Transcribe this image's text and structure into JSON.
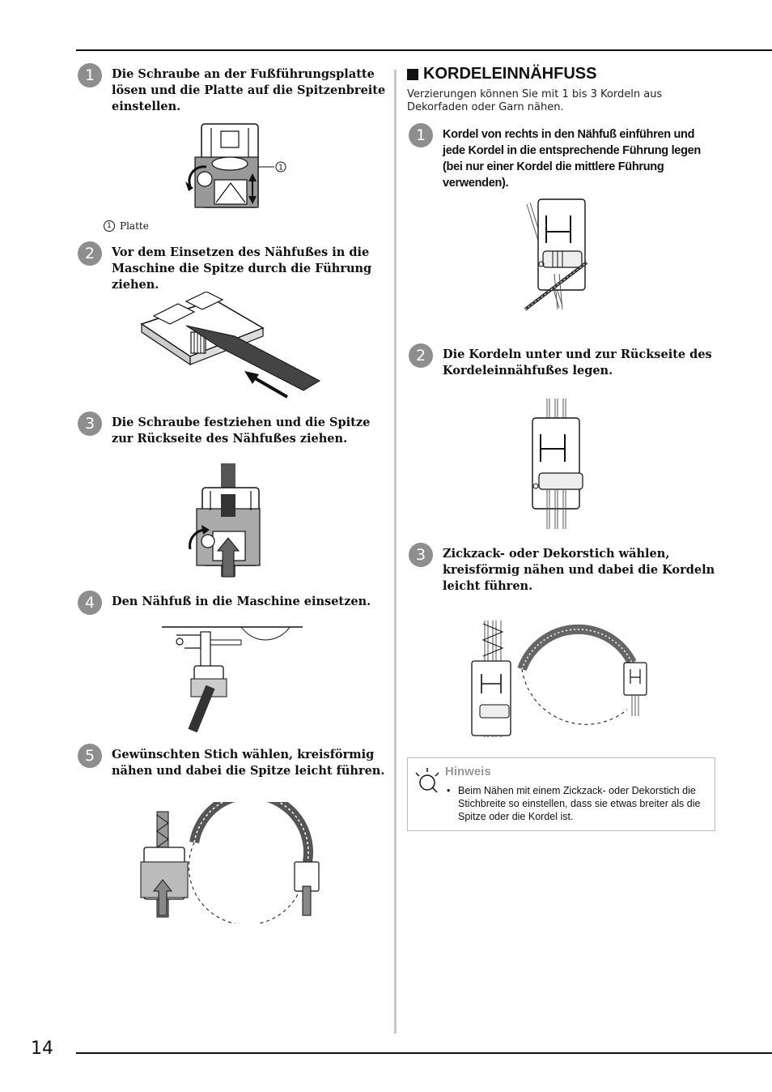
{
  "page": {
    "number": "14"
  },
  "left_column": {
    "steps": [
      {
        "num": "1",
        "text": "Die Schraube an der Fußführungsplatte lösen und die Platte auf die Spitzenbreite einstellen."
      },
      {
        "num": "2",
        "text": "Vor dem Einsetzen des Nähfußes in die Maschine die Spitze durch die Führung ziehen."
      },
      {
        "num": "3",
        "text": "Die Schraube festziehen und die Spitze zur Rückseite des Nähfußes ziehen."
      },
      {
        "num": "4",
        "text": "Den Nähfuß in die Maschine einsetzen."
      },
      {
        "num": "5",
        "text": "Gewünschten Stich wählen, kreisförmig nähen und dabei die Spitze leicht führen."
      }
    ],
    "figure1_callout": "1",
    "caption": {
      "num": "1",
      "text": "Platte"
    }
  },
  "right_column": {
    "title": "KORDELEINNÄHFUSS",
    "intro": "Verzierungen können Sie mit 1 bis 3 Kordeln aus Dekorfaden oder Garn nähen.",
    "steps": [
      {
        "num": "1",
        "text": "Kordel von rechts in den Nähfuß einführen und jede Kordel in die entsprechende Führung legen (bei nur einer Kordel die mittlere Führung verwenden)."
      },
      {
        "num": "2",
        "text": "Die Kordeln unter und zur Rückseite des Kordeleinnähfußes legen."
      },
      {
        "num": "3",
        "text": "Zickzack- oder Dekorstich wählen, kreisförmig nähen und dabei die Kordeln leicht führen."
      }
    ],
    "note": {
      "title": "Hinweis",
      "bullet": "•",
      "text": "Beim Nähen mit einem Zickzack- oder Dekorstich die Stichbreite so einstellen, dass sie etwas breiter als die Spitze oder die Kordel ist."
    }
  }
}
